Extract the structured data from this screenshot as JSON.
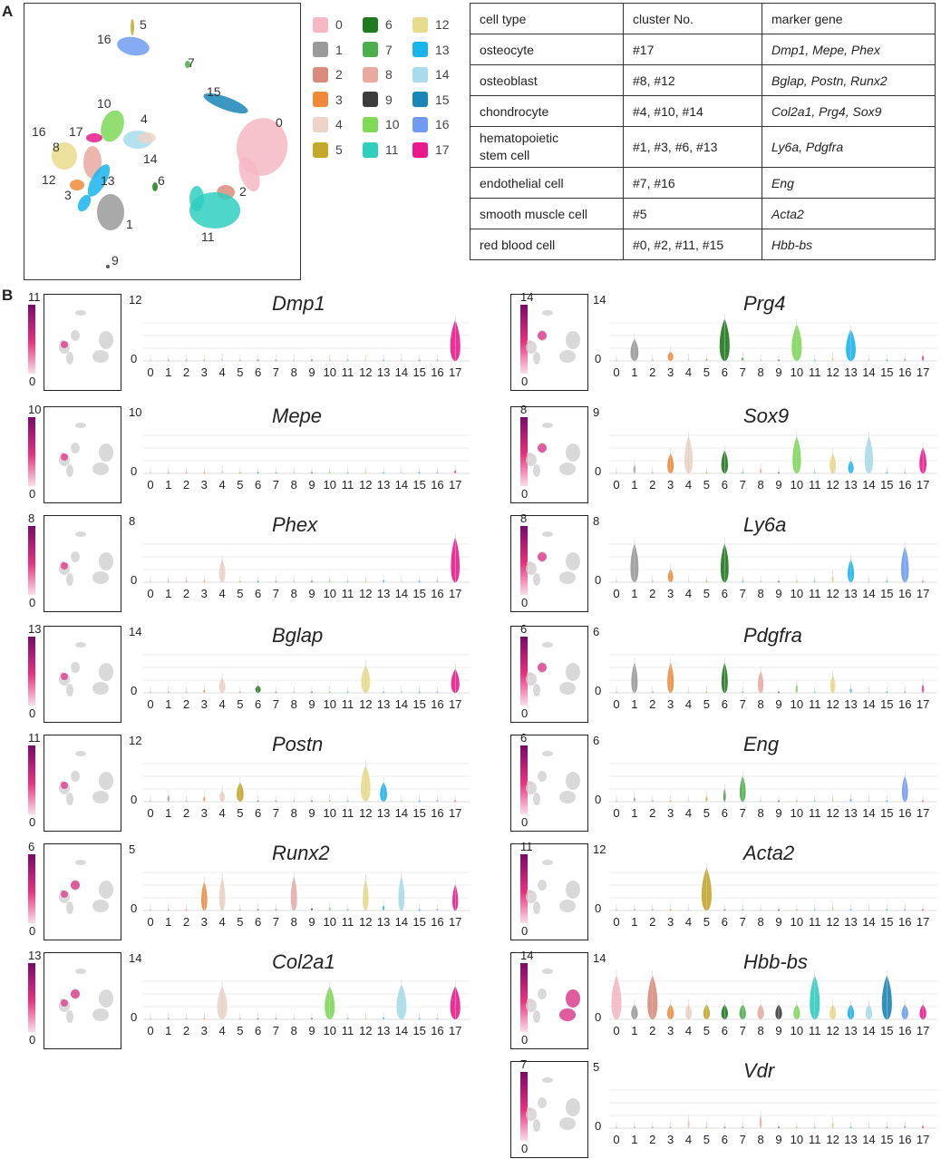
{
  "panel_a_label": "A",
  "panel_b_label": "B",
  "legend": [
    {
      "label": "0",
      "color": "#f4b9c4"
    },
    {
      "label": "1",
      "color": "#9a9a9a"
    },
    {
      "label": "2",
      "color": "#d98c7c"
    },
    {
      "label": "3",
      "color": "#f08a3a"
    },
    {
      "label": "4",
      "color": "#ecd4c8"
    },
    {
      "label": "5",
      "color": "#c4a82a"
    },
    {
      "label": "6",
      "color": "#1f7a1f"
    },
    {
      "label": "7",
      "color": "#4cae4c"
    },
    {
      "label": "8",
      "color": "#e9a9a1"
    },
    {
      "label": "9",
      "color": "#3c3c3c"
    },
    {
      "label": "10",
      "color": "#7ed957"
    },
    {
      "label": "11",
      "color": "#2fcfc0"
    },
    {
      "label": "12",
      "color": "#e8dc8c"
    },
    {
      "label": "13",
      "color": "#18b4ee"
    },
    {
      "label": "14",
      "color": "#a8dcec"
    },
    {
      "label": "15",
      "color": "#1a86b8"
    },
    {
      "label": "16",
      "color": "#6f9cf2"
    },
    {
      "label": "17",
      "color": "#ea1a8c"
    }
  ],
  "umap_cluster_labels": [
    "0",
    "1",
    "2",
    "3",
    "4",
    "5",
    "6",
    "7",
    "8",
    "9",
    "10",
    "11",
    "12",
    "13",
    "14",
    "15",
    "16",
    "17"
  ],
  "table": {
    "headers": [
      "cell type",
      "cluster No.",
      "marker gene"
    ],
    "rows": [
      [
        "osteocyte",
        "#17",
        "Dmp1, Mepe, Phex"
      ],
      [
        "osteoblast",
        "#8, #12",
        "Bglap, Postn, Runx2"
      ],
      [
        "chondrocyte",
        "#4, #10, #14",
        "Col2a1, Prg4, Sox9"
      ],
      [
        "hematopoietic stem cell",
        "#1, #3, #6, #13",
        "Ly6a, Pdgfra"
      ],
      [
        "endothelial cell",
        "#7, #16",
        "Eng"
      ],
      [
        "smooth muscle cell",
        "#5",
        "Acta2"
      ],
      [
        "red blood cell",
        "#0, #2, #11, #15",
        "Hbb-bs"
      ]
    ]
  },
  "x_ticks": [
    "0",
    "1",
    "2",
    "3",
    "4",
    "5",
    "6",
    "7",
    "8",
    "9",
    "10",
    "11",
    "12",
    "13",
    "14",
    "15",
    "16",
    "17"
  ],
  "chart_data": [
    {
      "type": "violin",
      "title": "Dmp1",
      "colorbar": {
        "max": "11",
        "min": "0"
      },
      "ymax_label": "12",
      "yzero_label": "0",
      "ylim": [
        0,
        12
      ],
      "values": [
        0.1,
        0.1,
        0.1,
        0.1,
        0.6,
        0.1,
        0.1,
        0.1,
        0.1,
        0.1,
        0.2,
        0.1,
        0.2,
        0.1,
        0.3,
        0.1,
        0.1,
        9.5
      ]
    },
    {
      "type": "violin",
      "title": "Mepe",
      "colorbar": {
        "max": "10",
        "min": "0"
      },
      "ymax_label": "10",
      "yzero_label": "0",
      "ylim": [
        0,
        10
      ],
      "values": [
        0.1,
        0.1,
        0.1,
        0.1,
        0.5,
        0.1,
        0.1,
        0.1,
        0.1,
        0.1,
        0.2,
        0.1,
        0.2,
        0.1,
        0.2,
        0.1,
        0.1,
        0.6
      ]
    },
    {
      "type": "violin",
      "title": "Phex",
      "colorbar": {
        "max": "8",
        "min": "0"
      },
      "ymax_label": "8",
      "yzero_label": "0",
      "ylim": [
        0,
        8
      ],
      "values": [
        0.1,
        0.1,
        0.1,
        0.1,
        3.5,
        0.1,
        0.1,
        0.1,
        0.1,
        0.1,
        0.1,
        0.1,
        0.1,
        0.3,
        0.1,
        0.1,
        0.1,
        7
      ]
    },
    {
      "type": "violin",
      "title": "Bglap",
      "colorbar": {
        "max": "13",
        "min": "0"
      },
      "ymax_label": "14",
      "yzero_label": "0",
      "ylim": [
        0,
        14
      ],
      "values": [
        0.1,
        0.1,
        0.1,
        0.8,
        4,
        0.1,
        2,
        0.1,
        0.1,
        0.1,
        0.1,
        0.1,
        7.5,
        0.1,
        0.5,
        0.1,
        0.1,
        6.5
      ]
    },
    {
      "type": "violin",
      "title": "Postn",
      "colorbar": {
        "max": "11",
        "min": "0"
      },
      "ymax_label": "12",
      "yzero_label": "0",
      "ylim": [
        0,
        12
      ],
      "values": [
        0.1,
        1.5,
        0.1,
        1.2,
        2.5,
        4.5,
        0.1,
        0.1,
        0.3,
        0.1,
        0.3,
        0.1,
        8.5,
        4.5,
        0.3,
        0.1,
        0.3,
        0.1
      ]
    },
    {
      "type": "violin",
      "title": "Runx2",
      "colorbar": {
        "max": "6",
        "min": "0"
      },
      "ymax_label": "5",
      "yzero_label": "0",
      "ylim": [
        0,
        5
      ],
      "values": [
        0.1,
        0.1,
        0.1,
        2.8,
        3.2,
        0.1,
        0.1,
        0.1,
        3.3,
        0.2,
        0.3,
        0.1,
        3,
        0.5,
        3.3,
        0.1,
        0.1,
        2.5
      ]
    },
    {
      "type": "violin",
      "title": "Col2a1",
      "colorbar": {
        "max": "13",
        "min": "0"
      },
      "ymax_label": "14",
      "yzero_label": "0",
      "ylim": [
        0,
        14
      ],
      "values": [
        0.1,
        0.1,
        0.1,
        0.1,
        9,
        0.3,
        0.1,
        0.1,
        0.2,
        0.1,
        9,
        0.3,
        0.1,
        0.5,
        9.5,
        0.1,
        0.1,
        9
      ]
    },
    {
      "type": "violin",
      "title": "Prg4",
      "colorbar": {
        "max": "14",
        "min": "0"
      },
      "ymax_label": "14",
      "yzero_label": "0",
      "ylim": [
        0,
        14
      ],
      "values": [
        0.1,
        6,
        0.1,
        2.5,
        0.5,
        0.5,
        11.5,
        1,
        0.3,
        0.1,
        10,
        0.2,
        1,
        8.5,
        0.3,
        0.1,
        0.5,
        1.5
      ]
    },
    {
      "type": "violin",
      "title": "Sox9",
      "colorbar": {
        "max": "8",
        "min": "0"
      },
      "ymax_label": "9",
      "yzero_label": "0",
      "ylim": [
        0,
        9
      ],
      "values": [
        0.1,
        1.5,
        0.1,
        3.5,
        6.5,
        0.1,
        4,
        0.1,
        0.8,
        0.1,
        6.5,
        0.1,
        3.5,
        2.2,
        6.5,
        0.1,
        0.1,
        4.5
      ]
    },
    {
      "type": "violin",
      "title": "Ly6a",
      "colorbar": {
        "max": "8",
        "min": "0"
      },
      "ymax_label": "8",
      "yzero_label": "0",
      "ylim": [
        0,
        8
      ],
      "values": [
        0.1,
        6,
        0.1,
        2,
        0.1,
        0.1,
        6,
        0.1,
        0.1,
        0.1,
        0.1,
        0.1,
        1,
        3.5,
        0.1,
        0.1,
        5.5,
        0.1
      ]
    },
    {
      "type": "violin",
      "title": "Pdgfra",
      "colorbar": {
        "max": "6",
        "min": "0"
      },
      "ymax_label": "6",
      "yzero_label": "0",
      "ylim": [
        0,
        6
      ],
      "values": [
        0.1,
        3.5,
        0.1,
        3.5,
        0.1,
        0.1,
        3.5,
        0.1,
        2.5,
        0.1,
        1,
        0.1,
        2,
        0.5,
        0.1,
        0.1,
        0.1,
        1
      ]
    },
    {
      "type": "violin",
      "title": "Eng",
      "colorbar": {
        "max": "6",
        "min": "0"
      },
      "ymax_label": "6",
      "yzero_label": "0",
      "ylim": [
        0,
        6
      ],
      "values": [
        0.1,
        0.5,
        0.1,
        0.1,
        0.1,
        0.6,
        1.5,
        3,
        0.1,
        0.1,
        0.1,
        0.1,
        0.3,
        0.3,
        0.1,
        0.1,
        3,
        0.1
      ]
    },
    {
      "type": "violin",
      "title": "Acta2",
      "colorbar": {
        "max": "11",
        "min": "0"
      },
      "ymax_label": "12",
      "yzero_label": "0",
      "ylim": [
        0,
        12
      ],
      "values": [
        0.1,
        0.1,
        0.1,
        0.1,
        0.3,
        10,
        0.1,
        0.1,
        0.1,
        0.1,
        0.1,
        0.1,
        0.8,
        0.3,
        0.1,
        0.1,
        0.2,
        0.1
      ]
    },
    {
      "type": "violin",
      "title": "Hbb-bs",
      "colorbar": {
        "max": "14",
        "min": "0"
      },
      "ymax_label": "14",
      "yzero_label": "0",
      "ylim": [
        0,
        14
      ],
      "values": [
        12,
        4,
        12,
        4,
        4,
        4,
        4,
        4,
        4,
        4,
        4,
        12,
        4,
        4,
        4,
        12,
        4,
        4
      ]
    },
    {
      "type": "violin",
      "title": "Vdr",
      "colorbar": {
        "max": "7",
        "min": "0"
      },
      "ymax_label": "5",
      "yzero_label": "0",
      "ylim": [
        0,
        5
      ],
      "values": [
        0.1,
        0.1,
        0.1,
        0.1,
        0.8,
        0.1,
        0.1,
        0.1,
        1.2,
        0.1,
        0.1,
        0.1,
        0.6,
        0.1,
        0.1,
        0.1,
        0.2,
        0.2
      ]
    }
  ]
}
